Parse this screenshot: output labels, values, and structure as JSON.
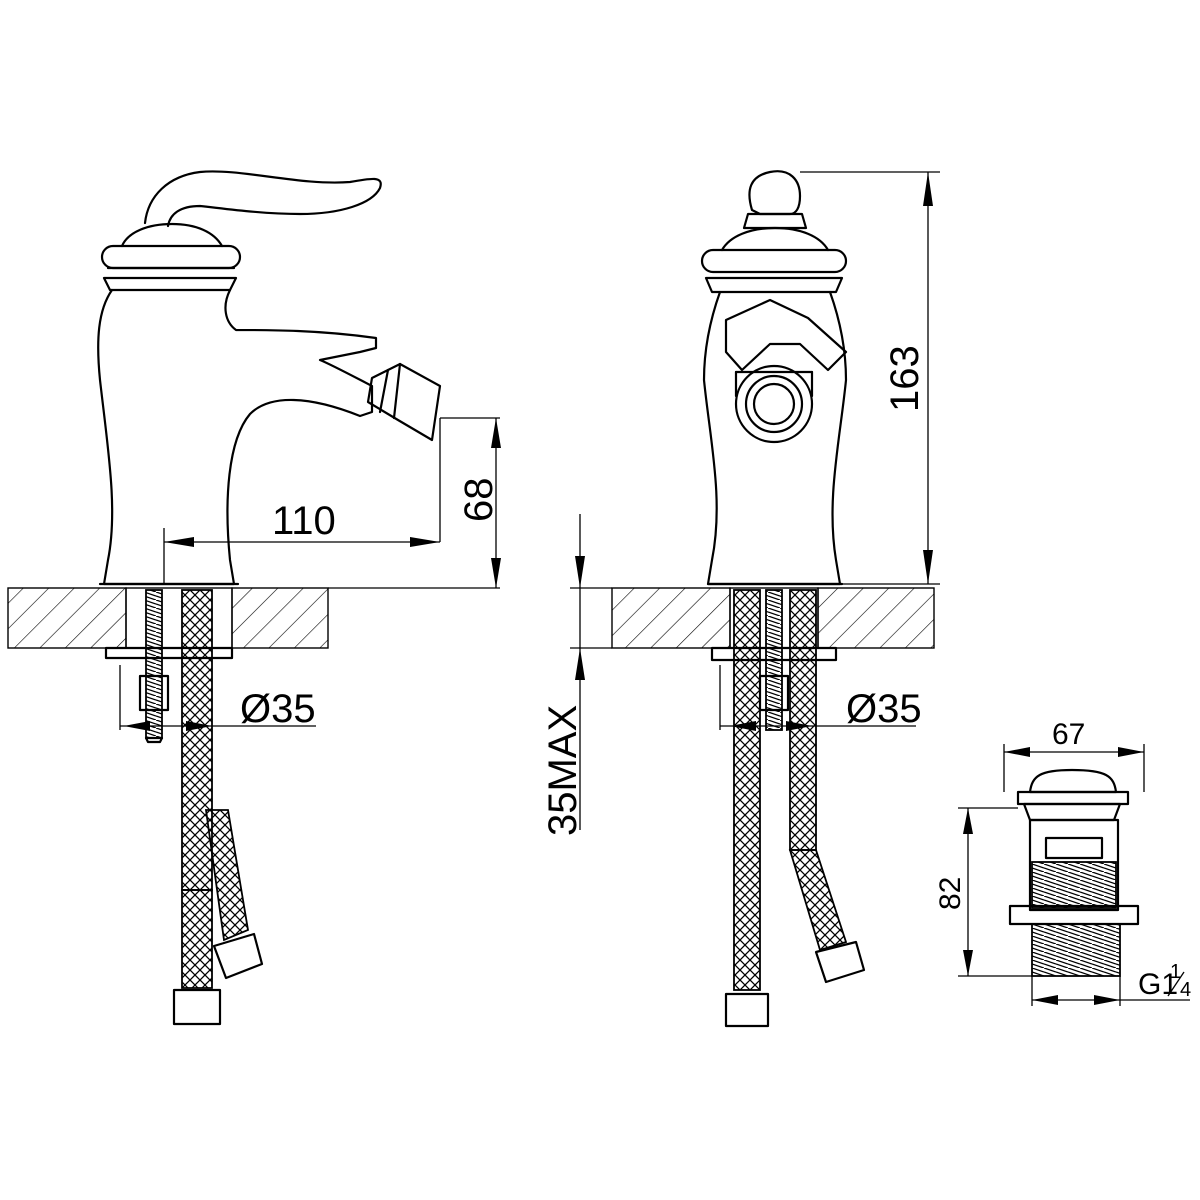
{
  "dimensions": {
    "spout_reach": "110",
    "spout_height": "68",
    "pipe_diameter_left": "Ø35",
    "pipe_diameter_right": "Ø35",
    "max_counter_thickness": "35MAX",
    "total_height": "163",
    "drain_width": "67",
    "drain_height": "82",
    "drain_thread_main": "G1",
    "drain_thread_num": "1",
    "drain_thread_den": "4"
  },
  "colors": {
    "line": "#000000",
    "background": "#ffffff"
  }
}
